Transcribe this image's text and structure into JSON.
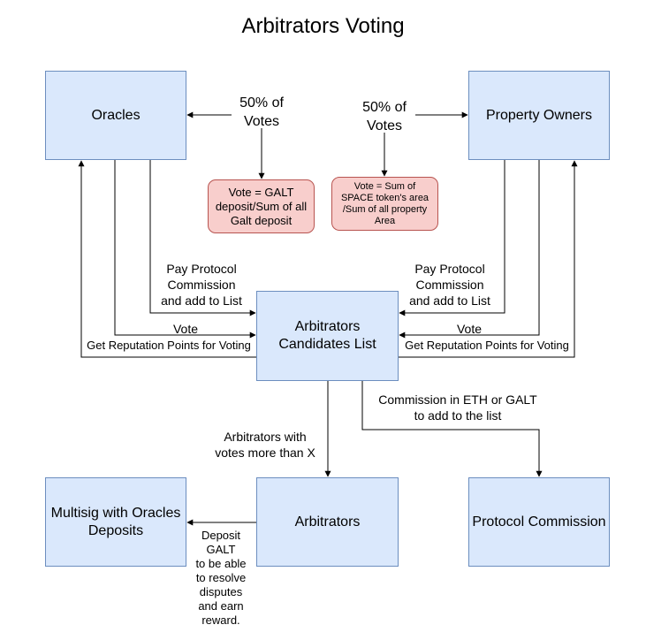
{
  "title": "Arbitrators Voting",
  "nodes": {
    "oracles": "Oracles",
    "property_owners": "Property Owners",
    "candidates": "Arbitrators\nCandidates List",
    "multisig": "Multisig with Oracles\nDeposits",
    "arbitrators": "Arbitrators",
    "protocol_commission": "Protocol Commission"
  },
  "notes": {
    "galt_vote": "Vote = GALT\ndeposit/Sum of all\nGalt deposit",
    "space_vote": "Vote = Sum of\nSPACE token's area\n/Sum of all property\nArea"
  },
  "labels": {
    "votes_left": "50% of\nVotes",
    "votes_right": "50% of\nVotes",
    "pay_left": "Pay Protocol\nCommission\nand add to List",
    "pay_right": "Pay Protocol\nCommission\nand add to List",
    "vote_left": "Vote",
    "vote_right": "Vote",
    "rep_left": "Get Reputation Points for Voting",
    "rep_right": "Get Reputation Points for Voting",
    "commission": "Commission in ETH or GALT\nto add to the list",
    "votes_more": "Arbitrators with\nvotes more than X",
    "deposit": "Deposit\nGALT\nto be able\nto resolve\ndisputes\nand earn\nreward."
  }
}
